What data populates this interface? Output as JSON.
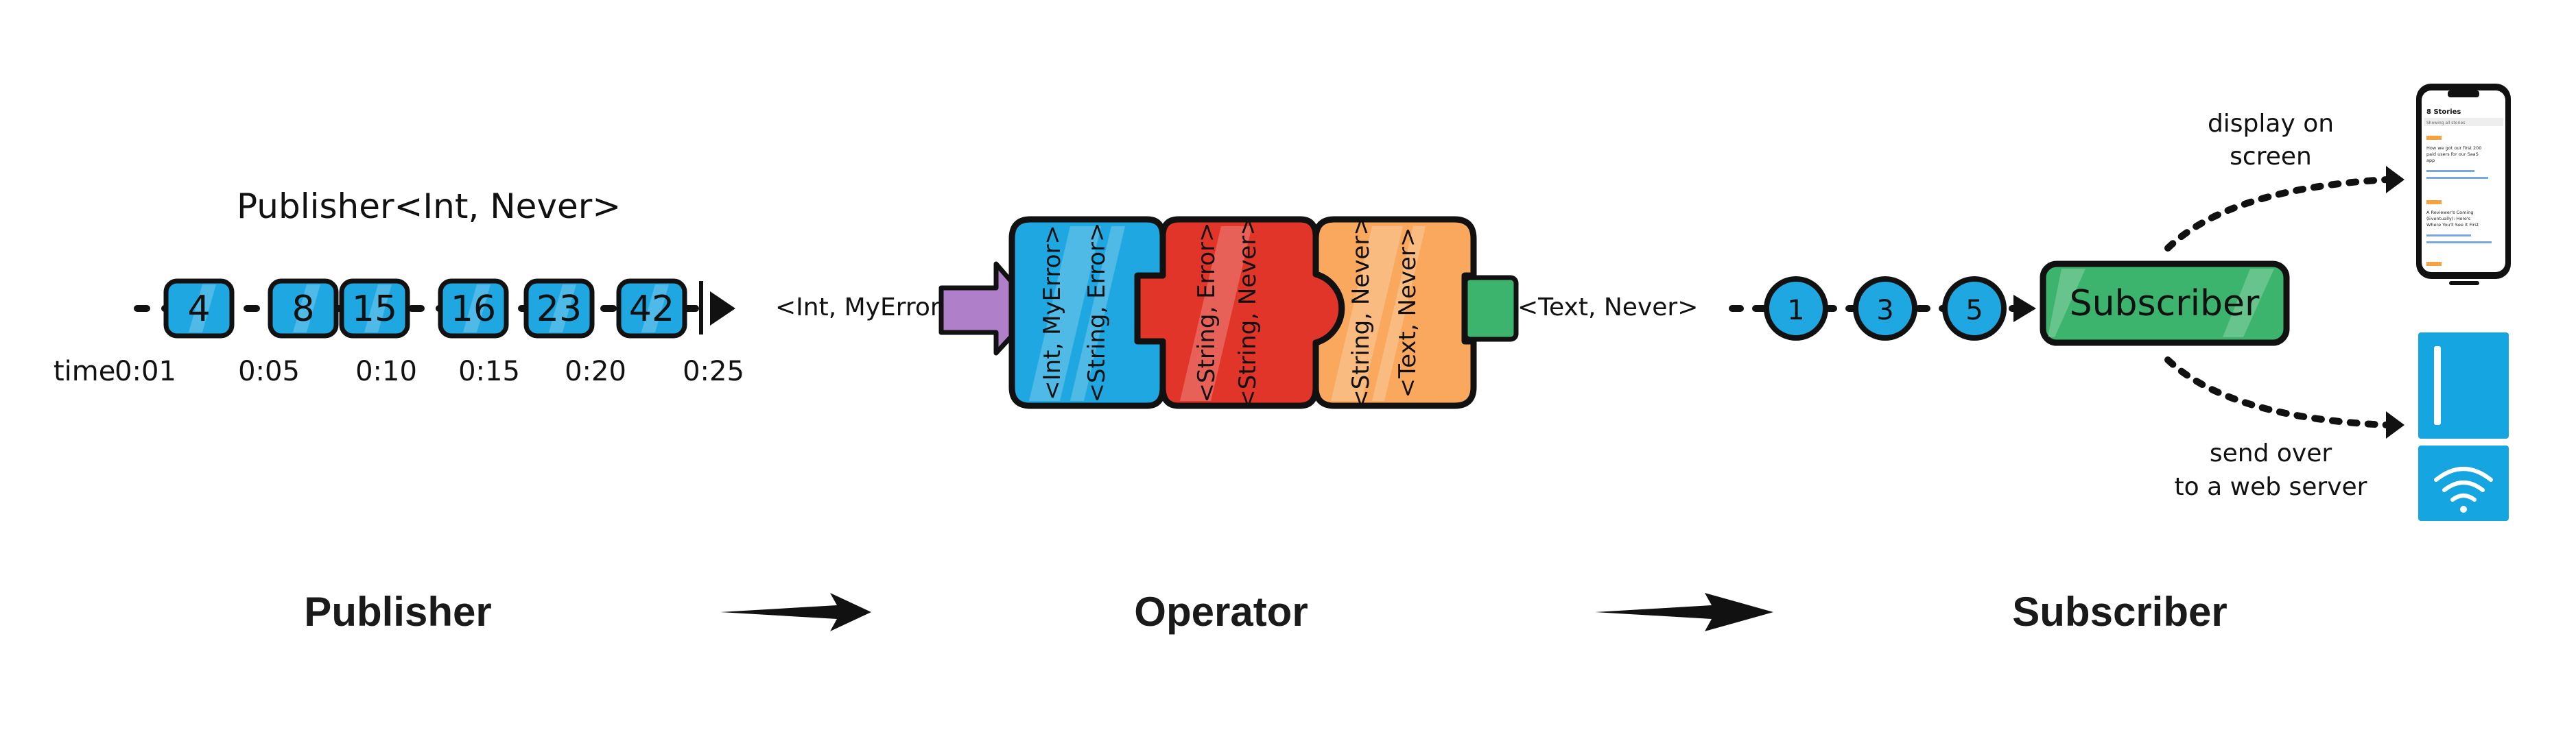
{
  "publisher": {
    "type_label": "Publisher<Int, Never>",
    "time_prefix": "time",
    "events": [
      {
        "value": "4",
        "time": "0:01"
      },
      {
        "value": "8",
        "time": "0:05"
      },
      {
        "value": "15",
        "time": "0:10"
      },
      {
        "value": "16",
        "time": "0:15"
      },
      {
        "value": "23",
        "time": "0:20"
      },
      {
        "value": "42",
        "time": "0:25"
      }
    ]
  },
  "operator": {
    "input_type": "<Int, MyError>",
    "output_type": "<Text, Never>",
    "pieces": [
      {
        "top": "<Int, MyError>",
        "bottom": "<String, Error>",
        "color": "#1ea7e1"
      },
      {
        "top": "<String, Error>",
        "bottom": "<String, Never>",
        "color": "#e2352a"
      },
      {
        "top": "<String, Never>",
        "bottom": "<Text, Never>",
        "color": "#f9a85e"
      }
    ],
    "input_arrow_color": "#b07fc9",
    "output_tab_color": "#3db46d"
  },
  "subscriber": {
    "values": [
      "1",
      "3",
      "5"
    ],
    "box_label": "Subscriber",
    "box_color": "#3db46d",
    "display_label_line1": "display on",
    "display_label_line2": "screen",
    "send_label_line1": "send over",
    "send_label_line2": "to a web server"
  },
  "phone": {
    "title": "8 Stories",
    "subtitle": "Showing all stories",
    "story1": "How we got our first 200 paid users for our SaaS app",
    "story2": "A Reviewer's Coming (Eventually): Here's Where You'll See It First"
  },
  "stage_labels": {
    "publisher": "Publisher",
    "operator": "Operator",
    "subscriber": "Subscriber"
  },
  "colors": {
    "marble_blue": "#1ea7e1",
    "ink": "#111111",
    "device_blue": "#15a5e0"
  }
}
